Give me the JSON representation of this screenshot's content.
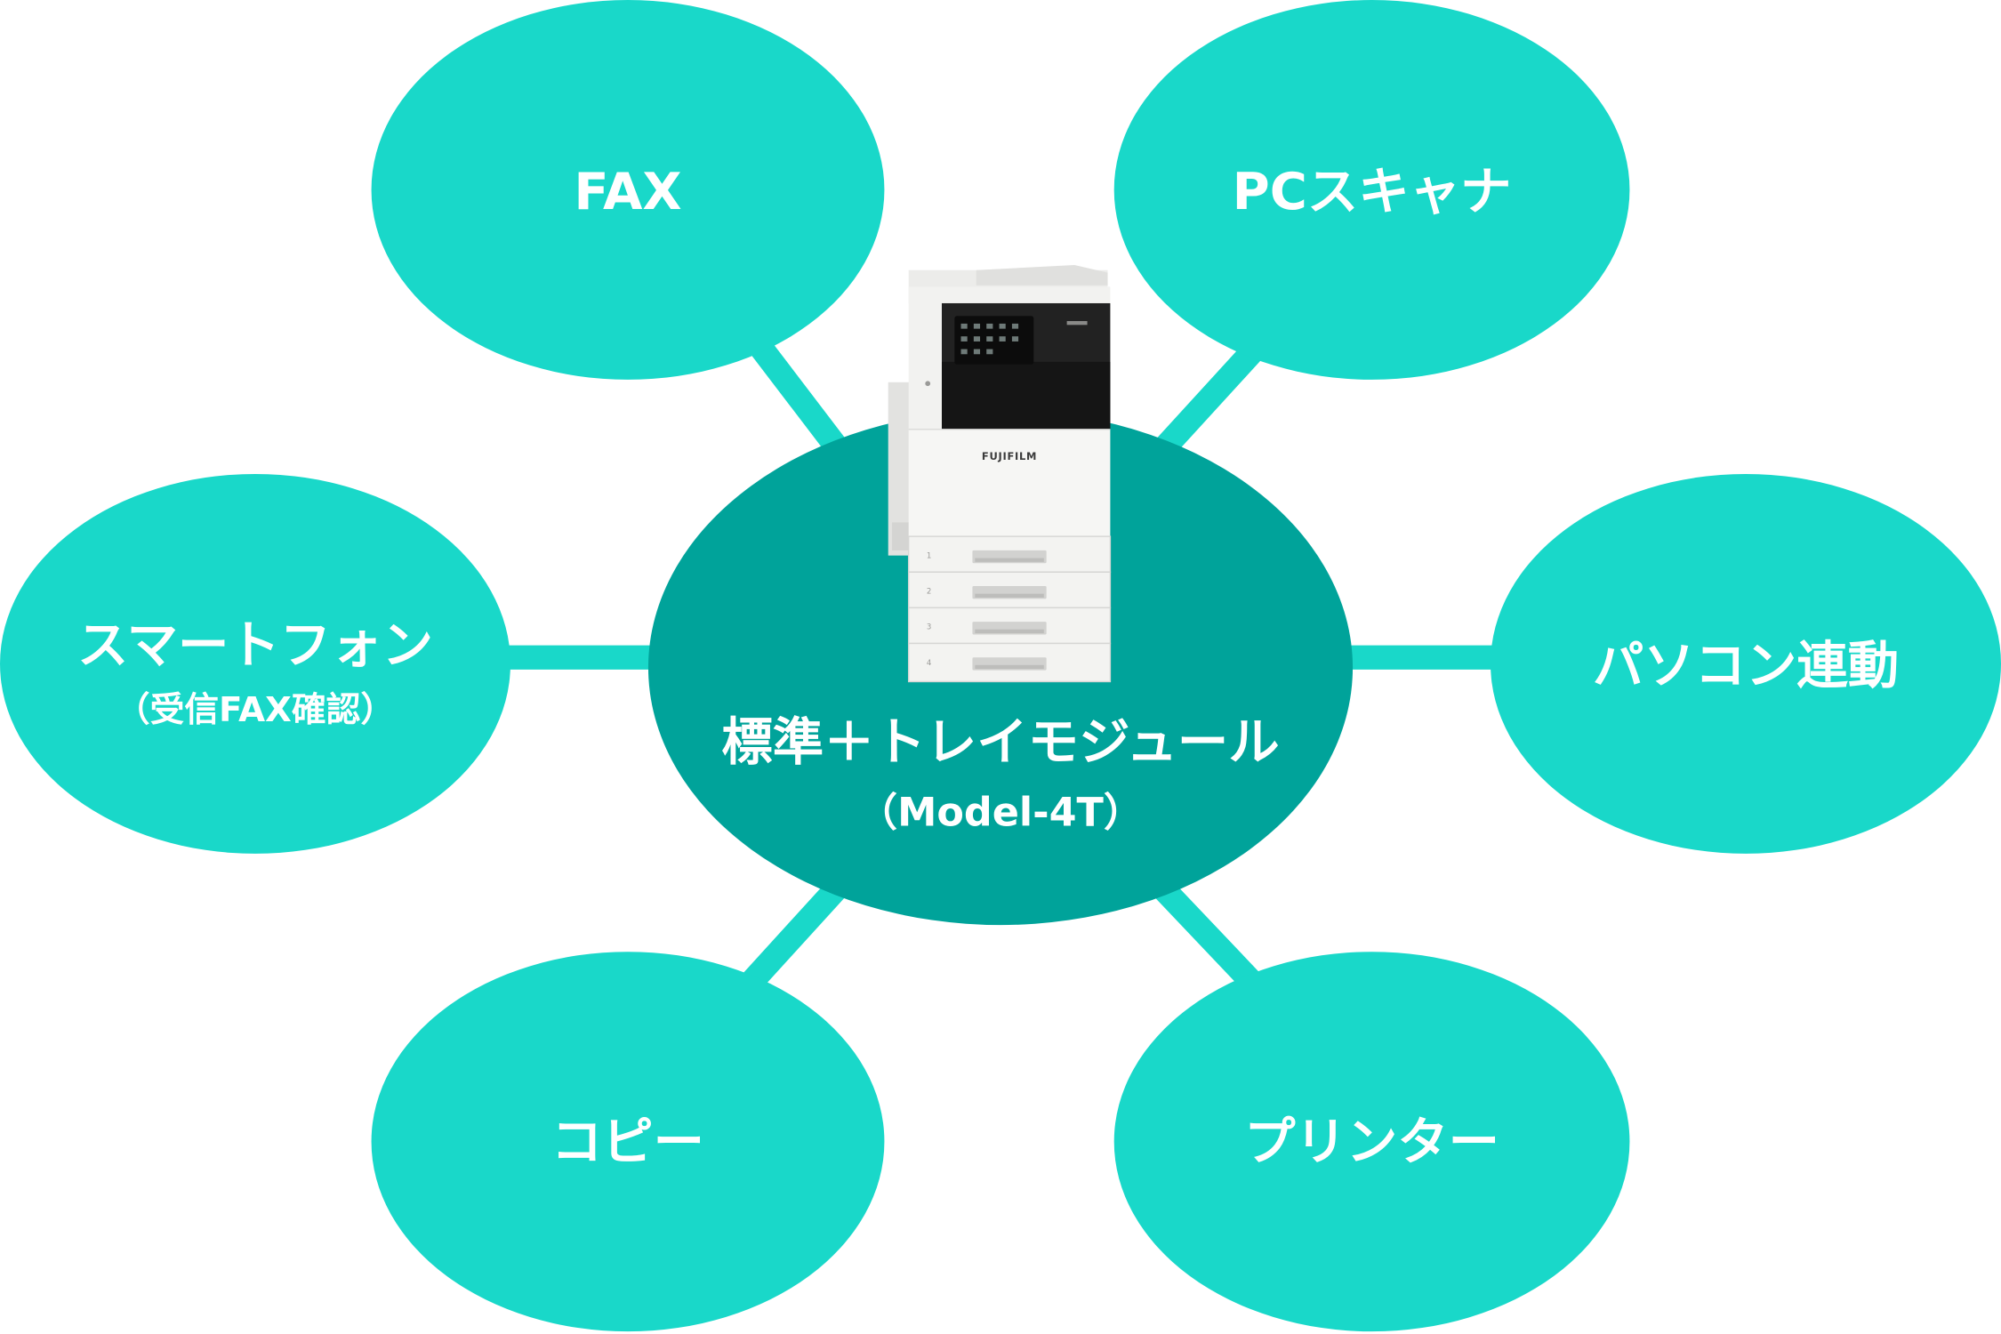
{
  "colors": {
    "node": "#19D8C9",
    "center": "#00A39A",
    "label": "#FFFFFF"
  },
  "center": {
    "title": "標準＋トレイモジュール",
    "subtitle": "（Model-4T）"
  },
  "nodes": {
    "fax": {
      "label": "FAX"
    },
    "pc_scanner": {
      "label": "PCスキャナ"
    },
    "smartphone": {
      "label": "スマートフォン",
      "sublabel": "（受信FAX確認）"
    },
    "pc_link": {
      "label": "パソコン連動"
    },
    "copy": {
      "label": "コピー"
    },
    "printer": {
      "label": "プリンター"
    }
  },
  "device": {
    "brand": "FUJIFILM",
    "trays": [
      "1",
      "2",
      "3",
      "4"
    ]
  }
}
